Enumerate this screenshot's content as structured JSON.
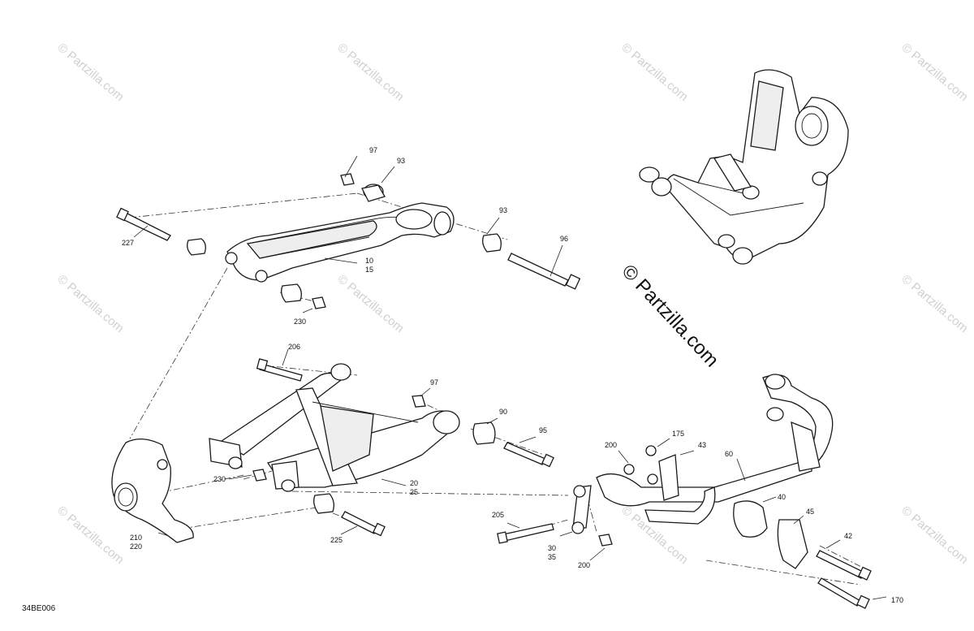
{
  "diagram_code": "34BE006",
  "watermark": {
    "main": "© Partzilla.com",
    "repeat": "© Partzilla.com"
  },
  "callouts": [
    {
      "id": "97a",
      "text": "97"
    },
    {
      "id": "93a",
      "text": "93"
    },
    {
      "id": "93b",
      "text": "93"
    },
    {
      "id": "227",
      "text": "227"
    },
    {
      "id": "96",
      "text": "96"
    },
    {
      "id": "10",
      "text": "10"
    },
    {
      "id": "15",
      "text": "15"
    },
    {
      "id": "230a",
      "text": "230"
    },
    {
      "id": "206",
      "text": "206"
    },
    {
      "id": "97b",
      "text": "97"
    },
    {
      "id": "90",
      "text": "90"
    },
    {
      "id": "95",
      "text": "95"
    },
    {
      "id": "230b",
      "text": "230"
    },
    {
      "id": "20",
      "text": "20"
    },
    {
      "id": "25",
      "text": "25"
    },
    {
      "id": "210",
      "text": "210"
    },
    {
      "id": "220",
      "text": "220"
    },
    {
      "id": "225",
      "text": "225"
    },
    {
      "id": "175",
      "text": "175"
    },
    {
      "id": "200a",
      "text": "200"
    },
    {
      "id": "43",
      "text": "43"
    },
    {
      "id": "60",
      "text": "60"
    },
    {
      "id": "40",
      "text": "40"
    },
    {
      "id": "45",
      "text": "45"
    },
    {
      "id": "42",
      "text": "42"
    },
    {
      "id": "205",
      "text": "205"
    },
    {
      "id": "30",
      "text": "30"
    },
    {
      "id": "35",
      "text": "35"
    },
    {
      "id": "200b",
      "text": "200"
    },
    {
      "id": "170",
      "text": "170"
    }
  ]
}
